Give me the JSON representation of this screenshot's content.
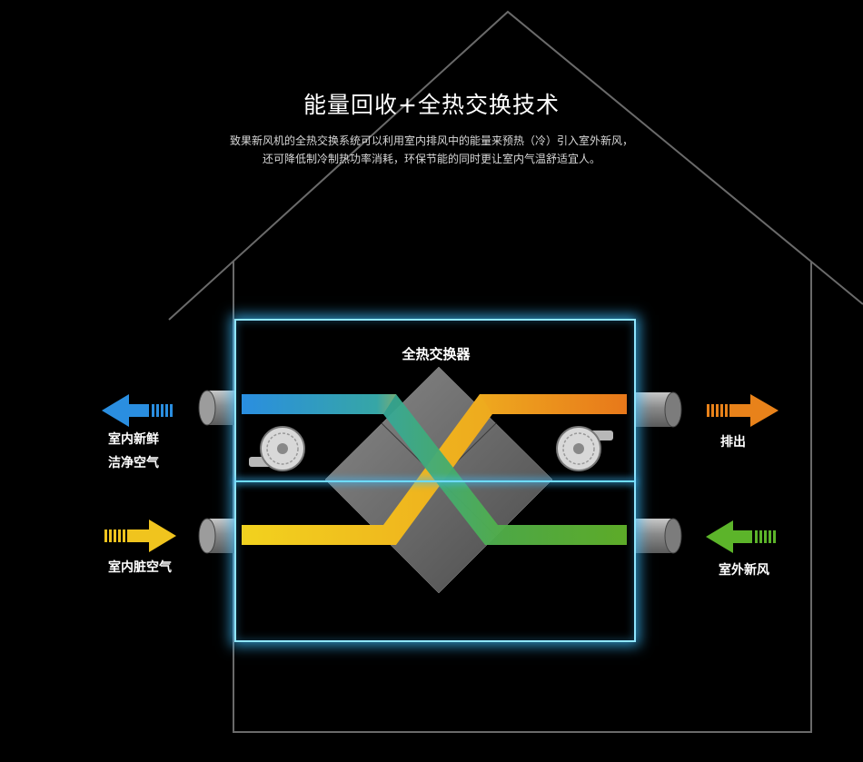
{
  "title": "能量回收+全热交换技术",
  "description": {
    "line1": "致果新风机的全热交换系统可以利用室内排风中的能量来预热（冷）引入室外新风，",
    "line2": "还可降低制冷制热功率消耗，环保节能的同时更让室内气温舒适宜人。"
  },
  "exchanger_label": "全热交换器",
  "labels": {
    "fresh_in_line1": "室内新鲜",
    "fresh_in_line2": "洁净空气",
    "dirty_in": "室内脏空气",
    "exhaust": "排出",
    "outdoor_fresh": "室外新风"
  },
  "colors": {
    "blue": "#2a8ee0",
    "teal": "#3aa890",
    "yellow": "#f0c41e",
    "orange": "#e8821a",
    "green": "#5cb42a",
    "glow": "#55d4ff",
    "diamond": "#6b6b6b"
  }
}
